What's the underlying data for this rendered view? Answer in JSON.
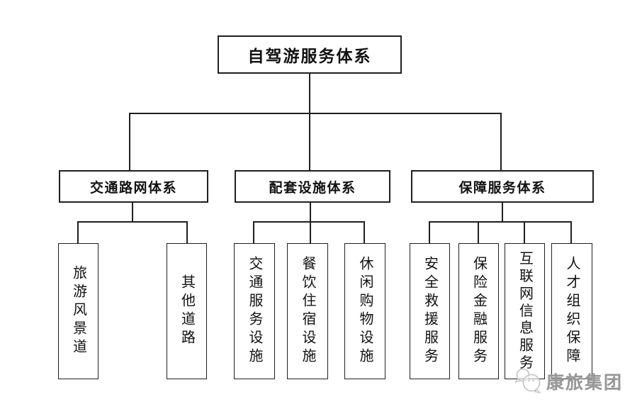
{
  "diagram": {
    "root": {
      "label": "自驾游服务体系"
    },
    "branches": [
      {
        "label": "交通路网体系",
        "children": [
          {
            "label": "旅游风景道"
          },
          {
            "label": "其他道路"
          }
        ]
      },
      {
        "label": "配套设施体系",
        "children": [
          {
            "label": "交通服务设施"
          },
          {
            "label": "餐饮住宿设施"
          },
          {
            "label": "休闲购物设施"
          }
        ]
      },
      {
        "label": "保障服务体系",
        "children": [
          {
            "label": "安全救援服务"
          },
          {
            "label": "保险金融服务"
          },
          {
            "label": "互联网信息服务"
          },
          {
            "label": "人才组织保障"
          }
        ]
      }
    ]
  },
  "watermark": {
    "text": "康旅集团",
    "icon": "chat-bubbles-logo"
  },
  "colors": {
    "background": "#ffffff",
    "line": "#1f1f1f",
    "box_border": "#1f1f1f",
    "text": "#111111",
    "watermark": "#989898"
  }
}
